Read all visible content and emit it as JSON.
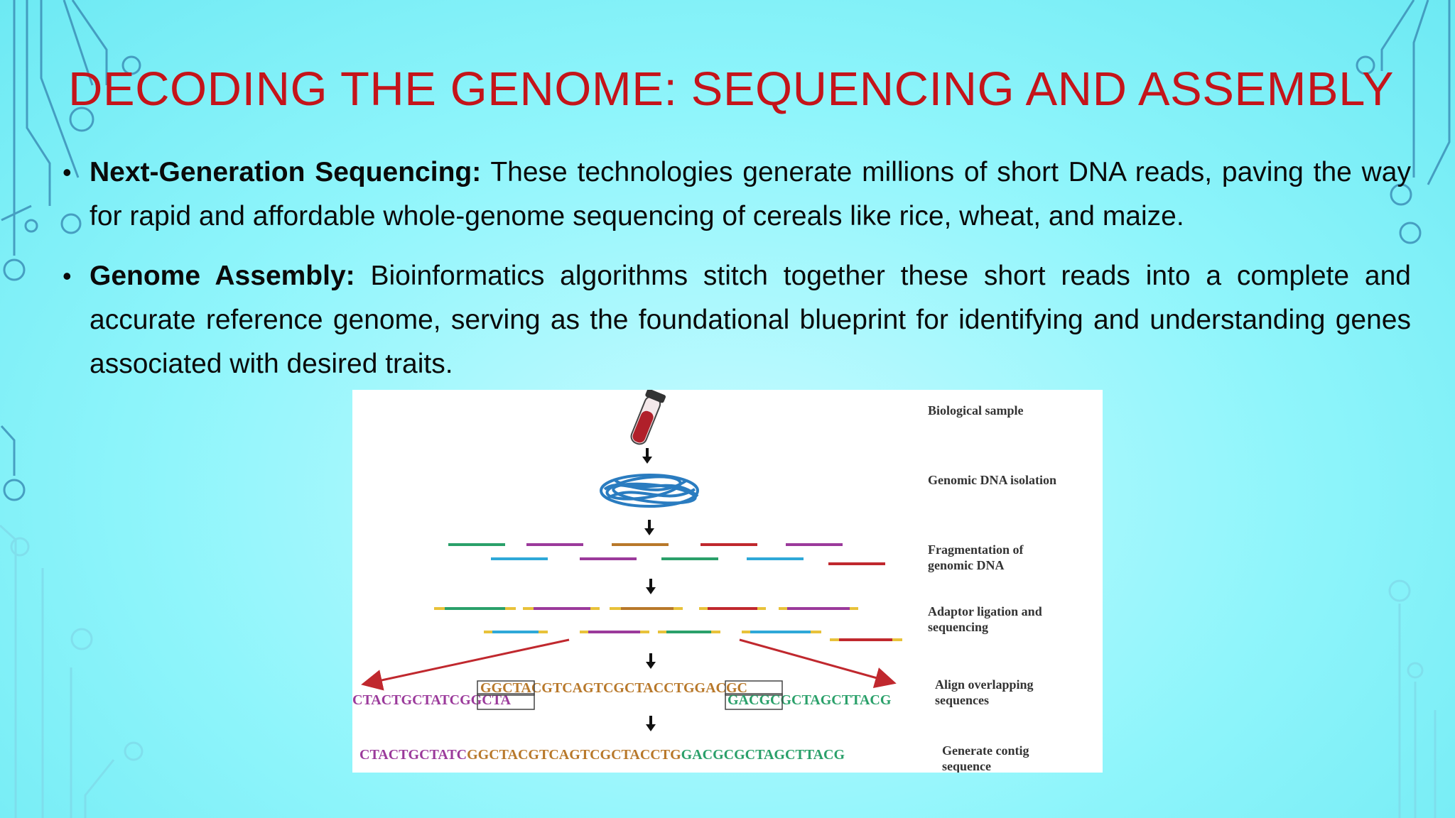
{
  "slide": {
    "title": "DECODING THE GENOME: SEQUENCING AND ASSEMBLY",
    "bullets": [
      {
        "term": "Next-Generation Sequencing:",
        "text": " These technologies generate millions of short DNA reads, paving the way for rapid and affordable whole-genome sequencing of cereals like rice, wheat, and maize."
      },
      {
        "term": "Genome Assembly:",
        "text": " Bioinformatics algorithms stitch together these short reads into a complete and accurate reference genome, serving as the foundational blueprint for identifying and understanding genes associated with desired traits."
      }
    ]
  },
  "figure": {
    "steps": [
      {
        "line1": "Biological sample",
        "line2": ""
      },
      {
        "line1": "Genomic DNA isolation",
        "line2": ""
      },
      {
        "line1": "Fragmentation of",
        "line2": "genomic DNA"
      },
      {
        "line1": "Adaptor ligation and",
        "line2": "sequencing"
      },
      {
        "line1": "Align overlapping",
        "line2": "sequences"
      },
      {
        "line1": "Generate contig",
        "line2": "sequence"
      }
    ],
    "read_left": {
      "a": "CTACTGCTATC",
      "b": "GGCTA"
    },
    "read_mid": {
      "a": "GGCTA",
      "b": "CGTCAGTCGCTACCTG",
      "c": "GACGC"
    },
    "read_right": {
      "a": "GACGC",
      "b": "GCTAGCTTACG"
    },
    "contig": {
      "a": "CTACTGCTATC",
      "b": "GGCTACGTCAGTCGCTACCTG",
      "c": "GACGCGCTAGCTTACG"
    },
    "colors": {
      "purple": "#9b3a9b",
      "orange": "#b8782a",
      "green": "#2aa06a",
      "red": "#c0282e"
    }
  }
}
